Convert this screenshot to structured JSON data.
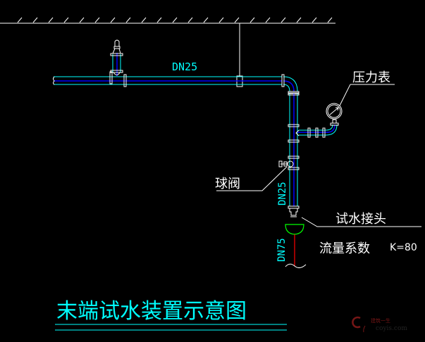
{
  "drawing": {
    "title": "末端试水装置示意图",
    "labels": {
      "main_pipe_size": "DN25",
      "riser_pipe_size": "DN25",
      "drain_pipe_size": "DN75",
      "pressure_gauge": "压力表",
      "ball_valve": "球阀",
      "test_connector": "试水接头",
      "flow_coefficient": "流量系数",
      "k_value": "K=80"
    },
    "watermark": {
      "cn": "建筑一生",
      "en": "coyis.com"
    },
    "colors": {
      "background": "#000000",
      "pipe_outline": "#00ffff",
      "pipe_centerline": "#0000ff",
      "fittings": "#ffffff",
      "funnel": "#00ff00",
      "drain_line": "#ff0000"
    }
  }
}
